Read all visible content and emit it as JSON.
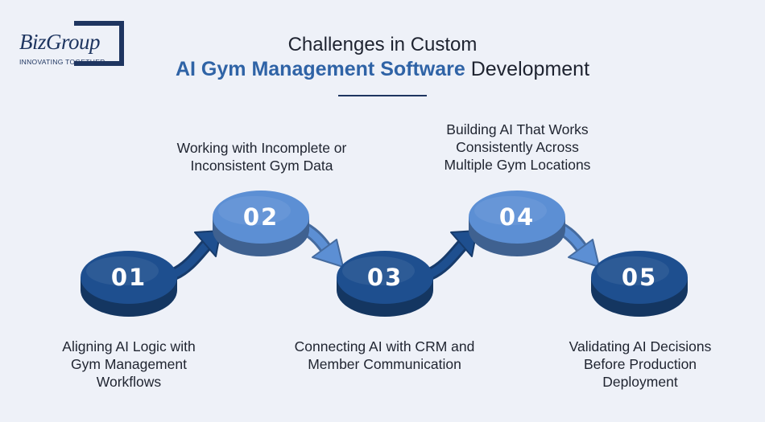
{
  "logo": {
    "wordmark": "BizGroup",
    "tagline": "INNOVATING TOGETHER"
  },
  "header": {
    "line1": "Challenges in Custom",
    "line2_highlight": "AI Gym Management Software",
    "line2_rest": " Development"
  },
  "steps": [
    {
      "number": "01",
      "label": "Aligning AI Logic with\nGym Management\nWorkflows",
      "color": "#1e4f8f"
    },
    {
      "number": "02",
      "label": "Working with Incomplete or\nInconsistent Gym Data",
      "color": "#5c8fd4"
    },
    {
      "number": "03",
      "label": "Connecting AI with CRM and\nMember Communication",
      "color": "#1e4f8f"
    },
    {
      "number": "04",
      "label": "Building AI That Works\nConsistently Across\nMultiple Gym Locations",
      "color": "#5c8fd4"
    },
    {
      "number": "05",
      "label": "Validating AI Decisions\nBefore Production\nDeployment",
      "color": "#1e4f8f"
    }
  ],
  "colors": {
    "dark_blue": "#1e4f8f",
    "light_blue": "#5c8fd4",
    "background": "#eef1f8",
    "title_highlight": "#2f63a6"
  }
}
